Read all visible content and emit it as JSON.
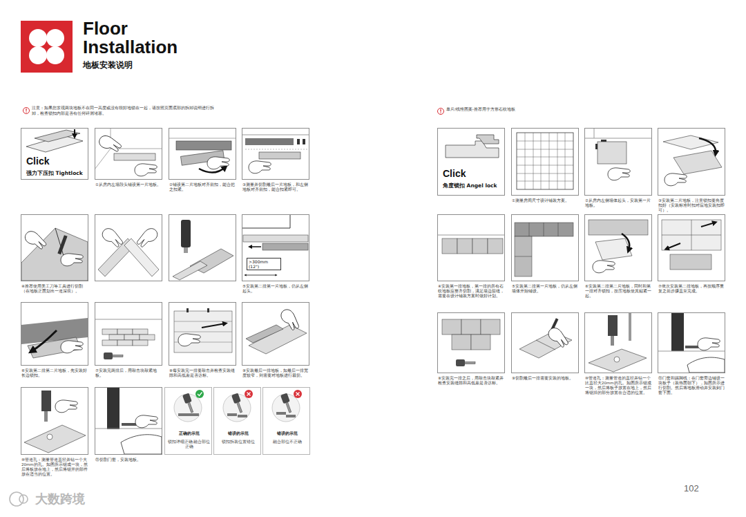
{
  "diagram": {
    "title": "Floor Installation",
    "nodes": [
      {
        "text": [
          "Click",
          "强力下压扣 Tightlock"
        ]
      },
      {
        "text": [
          "①从房内左墙段头铺设第一片地板。"
        ]
      },
      {
        "text": [
          "②铺设第二片地板对齐前扣，能合把之扣紧。"
        ]
      },
      {
        "text": [
          "③测量并切割最后一片地板，和左侧地板对齐前扣，能合扣紧即可。"
        ]
      },
      {
        "text": [
          "④推荐使用美工刀等工具进行切割（在地板正面划出一道深痕）。"
        ]
      },
      {
        "text": [
          ">300mm (12\")",
          "⑤安装第二排第一片地板，仍从左侧起头。"
        ]
      },
      {
        "text": [
          "⑥安装第二排第二片地板，先安装好长边锁扣。"
        ]
      },
      {
        "text": [
          "⑦安装完两排后，用敲击块敲紧地板。"
        ]
      },
      {
        "text": [
          "⑧每安装完一排要敲击并检查安装缝隙和高低差是否达标。"
        ]
      },
      {
        "text": [
          "⑨安装最后一排地板，如最后一排宽度较窄，则需要对地板进行裁切。"
        ]
      },
      {
        "text": [
          "⑩管道孔：测量管道直径并钻一个大20mm的孔。如图所示锯成一块，然后将板放在地上，然后将锯开的部件放在适当的位置。"
        ]
      },
      {
        "text": [
          "⑪切割门套，安装地板。"
        ]
      },
      {
        "text": [
          "正确的示范",
          "锁扣详细正确 融合部位正确"
        ]
      },
      {
        "text": [
          "错误的示范",
          "锁扣拆装位置错位"
        ]
      },
      {
        "text": [
          "错误的示范",
          "融合部位不正确"
        ]
      },
      {
        "text": [
          "Click",
          "角度锁扣 Angel lock"
        ]
      },
      {
        "text": [
          "①测量房间尺寸设计铺装方案。"
        ]
      },
      {
        "text": [
          "②从房内左侧墙体起头，安装第一片地板。"
        ]
      },
      {
        "text": [
          "③安装第二片地板，注意锁扣要角度扣好（安装标准时扣对应地安装扣即可）。"
        ]
      },
      {
        "text": [
          "④安装第一排地板，第一排的所有石纹地板应整齐切割，满足墙边留缝，需要在设计铺装方案时做好计划。"
        ]
      },
      {
        "text": [
          "⑤安装第二排第一片地板，仍从左侧墙体开始铺设。"
        ]
      },
      {
        "text": [
          "⑥安装第二排第二片地板，同时和第一排对齐锁扣，按压地板使其贴紧一起。"
        ]
      },
      {
        "text": [
          "⑦依次安装第二排地板，再按顺序重复之前步骤直至完成。"
        ]
      },
      {
        "text": [
          "⑧安装完一排之后，用敲击块敲紧并检查安装缝隙和高低差是否达标。"
        ]
      },
      {
        "text": [
          "⑨切割最后一排需要安装的地板。"
        ]
      },
      {
        "text": [
          "⑩管道孔：测量管道的直径并钻一个比直径大20mm的孔。如图所示锯成一块，然后将板子放置在地上，然后将锯掉的部分放置在合适的位置。"
        ]
      },
      {
        "text": [
          "⑪门套和踢脚线：在门套旁边铺设一块板子（装饰面朝下），如图所示进行切割。然后将地板滑动并安装到门套下面。"
        ]
      }
    ],
    "labels": [
      "地板安装说明",
      "注意：如果您发现两块地板不在同一高度或没有很好地锁在一起，请按照页面底部的拆卸说明进行拆卸，检查锁扣内部是否有任何碎屑堵塞。",
      "单片/线性图案-推荐用于方形石纹地板",
      "102",
      "大数跨境"
    ]
  }
}
